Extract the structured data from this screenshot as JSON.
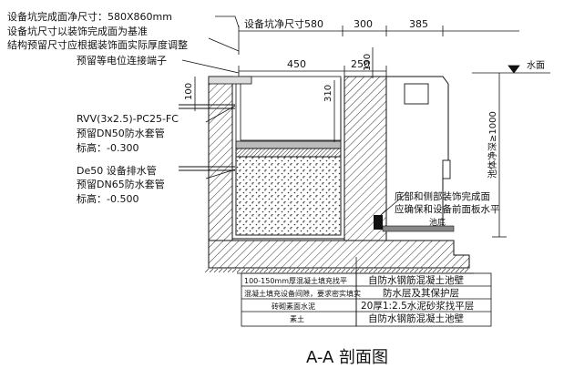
{
  "notes": {
    "pit_net_size": "设备坑完成面净尺寸：580X860mm",
    "pit_size_basis": "设备坑尺寸以装饰完成面为基准",
    "reserve_adjust": "结构预留尺寸应根据装饰面实际厚度调整",
    "equipotential": "预留等电位连接端子",
    "cable_spec": "RVV(3x2.5)-PC25-FC",
    "sleeve_dn50": "预留DN50防水套管",
    "elev_030": "标高：-0.300",
    "drain_pipe": "De50 设备排水管",
    "sleeve_dn65": "预留DN65防水套管",
    "elev_050": "标高：-0.500",
    "bottom_finish": "底部和侧部装饰完成面",
    "bottom_level": "应确保和设备前面板水平",
    "pool_bottom": "池底",
    "water_surface": "水面",
    "pool_depth": "池体净深≥1000"
  },
  "dimensions": {
    "pit_net": "设备坑净尺寸580",
    "d300": "300",
    "d385": "385",
    "d450": "450",
    "d250": "250",
    "d190": "190",
    "d100": "100",
    "d310": "310"
  },
  "left_table": [
    "100-150mm厚混凝土填充找平",
    "混凝土填充设备间隙，要求密实填实",
    "砖砌素面水泥",
    "素土"
  ],
  "right_table": [
    "自防水钢筋混凝土池壁",
    "防水层及其保护层",
    "20厚1:2.5水泥砂浆找平层",
    "自防水钢筋混凝土池壁"
  ],
  "title": "A-A 剖面图"
}
